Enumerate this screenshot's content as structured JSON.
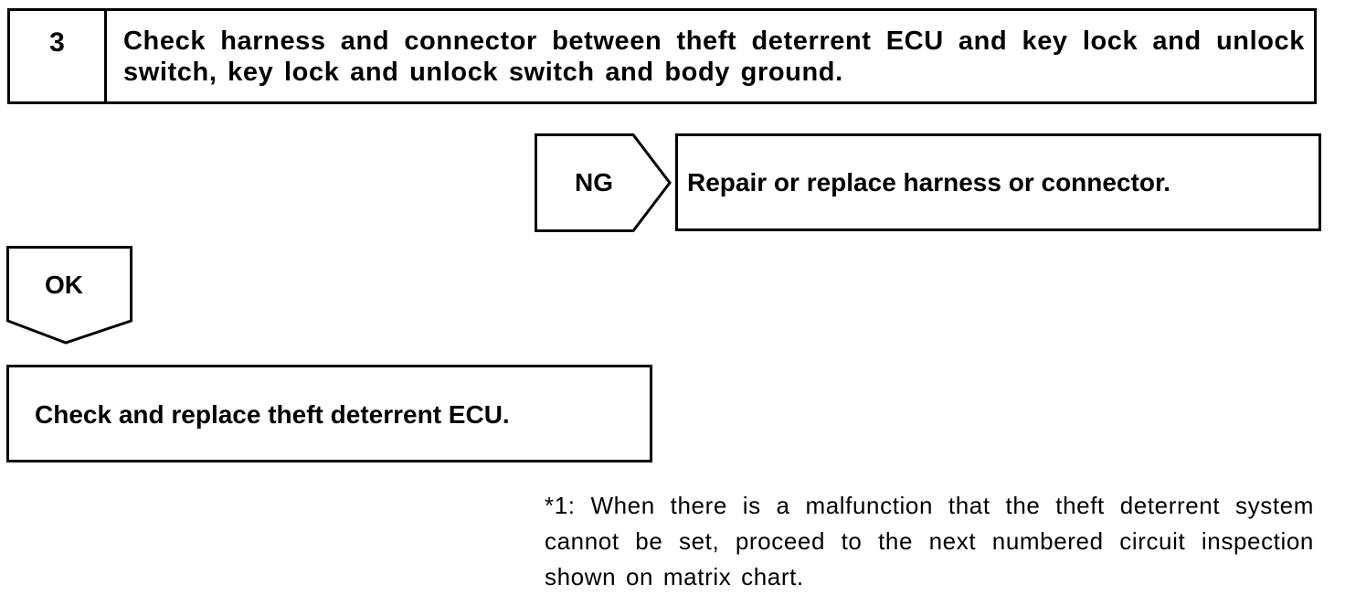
{
  "step": {
    "number": "3",
    "instruction": "Check harness and connector between theft deterrent ECU and key lock and unlock switch, key lock and unlock switch and body ground."
  },
  "ng_branch": {
    "label": "NG",
    "action": "Repair or replace harness or connector."
  },
  "ok_branch": {
    "label": "OK",
    "action": "Check and replace theft deterrent ECU."
  },
  "footnote": "*1: When there is a malfunction that the theft deterrent system cannot be set, proceed to the next numbered circuit inspection shown on matrix chart."
}
